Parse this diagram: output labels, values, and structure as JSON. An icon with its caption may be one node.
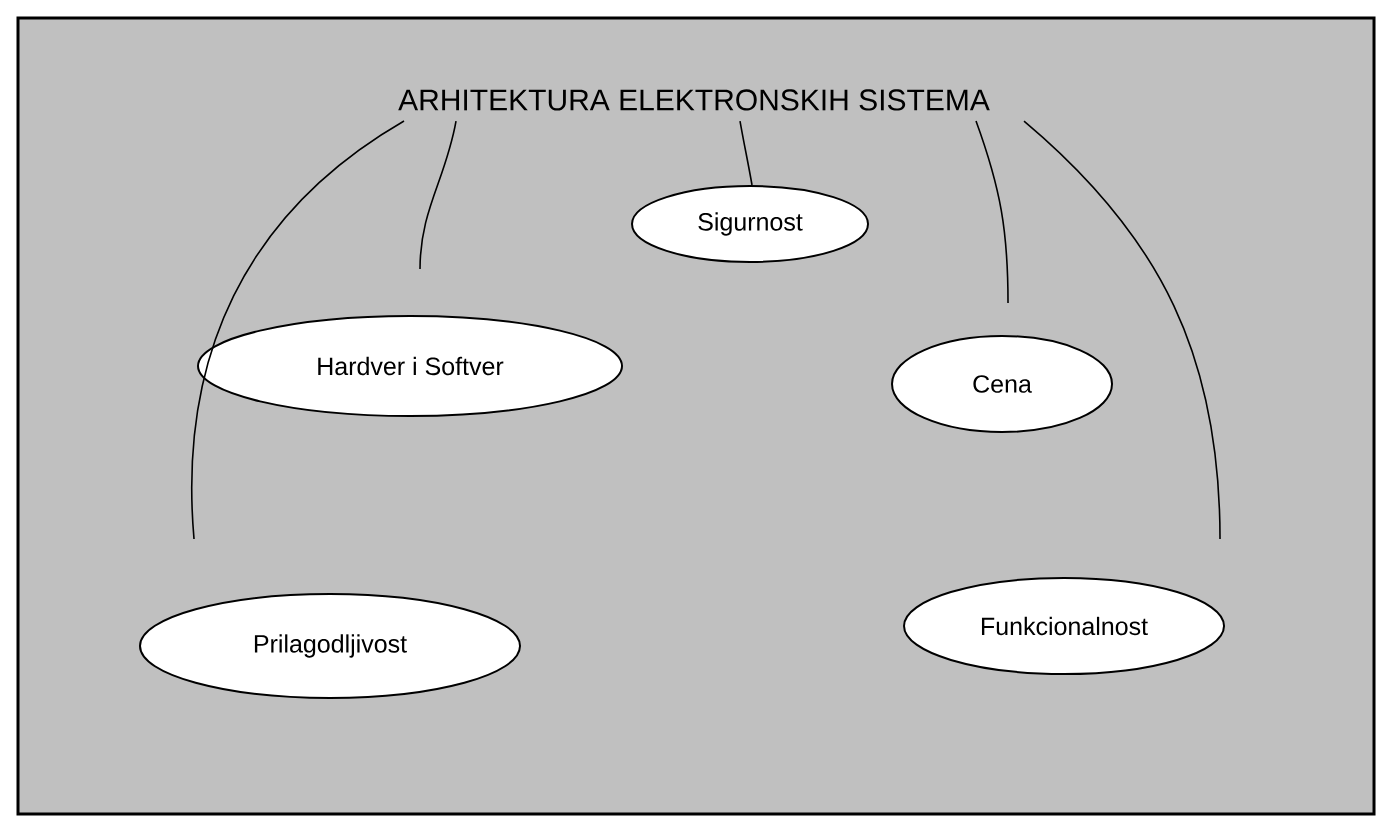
{
  "diagram": {
    "nodes": [
      {
        "text": [
          "ARHITEKTURA ELEKTRONSKIH SISTEMA"
        ]
      },
      {
        "text": [
          "Sigurnost"
        ]
      },
      {
        "text": [
          "Hardver i Softver"
        ]
      },
      {
        "text": [
          "Cena"
        ]
      },
      {
        "text": [
          "Prilagodljivost"
        ]
      },
      {
        "text": [
          "Funkcionalnost"
        ]
      }
    ],
    "edges": [
      {
        "from": 0,
        "to": 4,
        "arrow": "none"
      },
      {
        "from": 0,
        "to": 2,
        "arrow": "none"
      },
      {
        "from": 0,
        "to": 1,
        "arrow": "none"
      },
      {
        "from": 0,
        "to": 3,
        "arrow": "none"
      },
      {
        "from": 0,
        "to": 5,
        "arrow": "none"
      }
    ]
  }
}
